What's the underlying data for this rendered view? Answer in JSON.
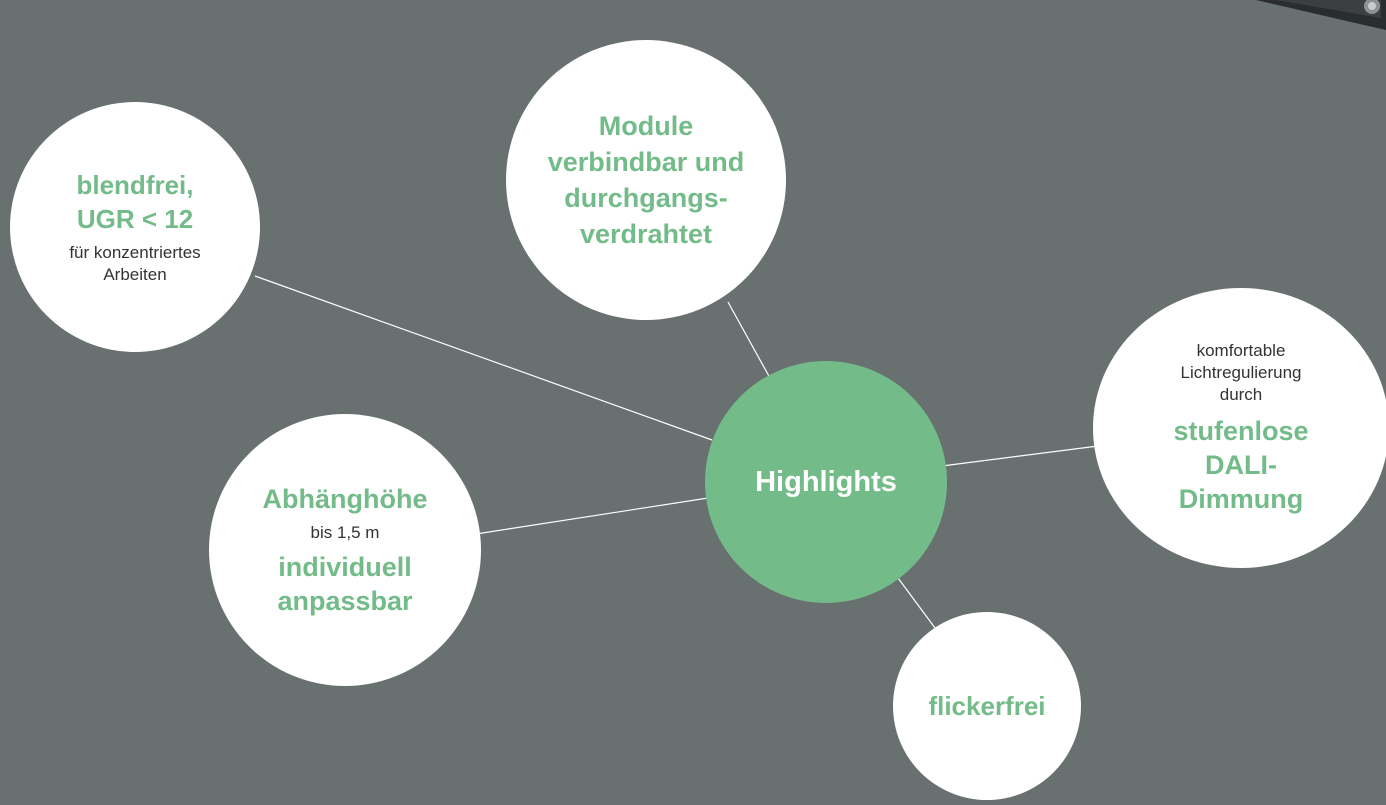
{
  "colors": {
    "background": "#687070",
    "accent_green": "#74bb8a",
    "node_fill": "#ffffff",
    "connector": "#ffffff"
  },
  "center": {
    "label": "Highlights"
  },
  "nodes": {
    "glare": {
      "headline_line1": "blendfrei,",
      "headline_line2": "UGR < 12",
      "sub_line1": "für konzentriertes",
      "sub_line2": "Arbeiten"
    },
    "modules": {
      "line1": "Module",
      "line2": "verbindbar und",
      "line3": "durchgangs-",
      "line4": "verdrahtet"
    },
    "dimming": {
      "sub_line1": "komfortable",
      "sub_line2": "Lichtregulierung",
      "sub_line3": "durch",
      "headline_line1": "stufenlose",
      "headline_line2": "DALI-",
      "headline_line3": "Dimmung"
    },
    "height": {
      "headline": "Abhänghöhe",
      "sub": "bis 1,5 m",
      "tail_line1": "individuell",
      "tail_line2": "anpassbar"
    },
    "flicker": {
      "headline": "flickerfrei"
    }
  }
}
